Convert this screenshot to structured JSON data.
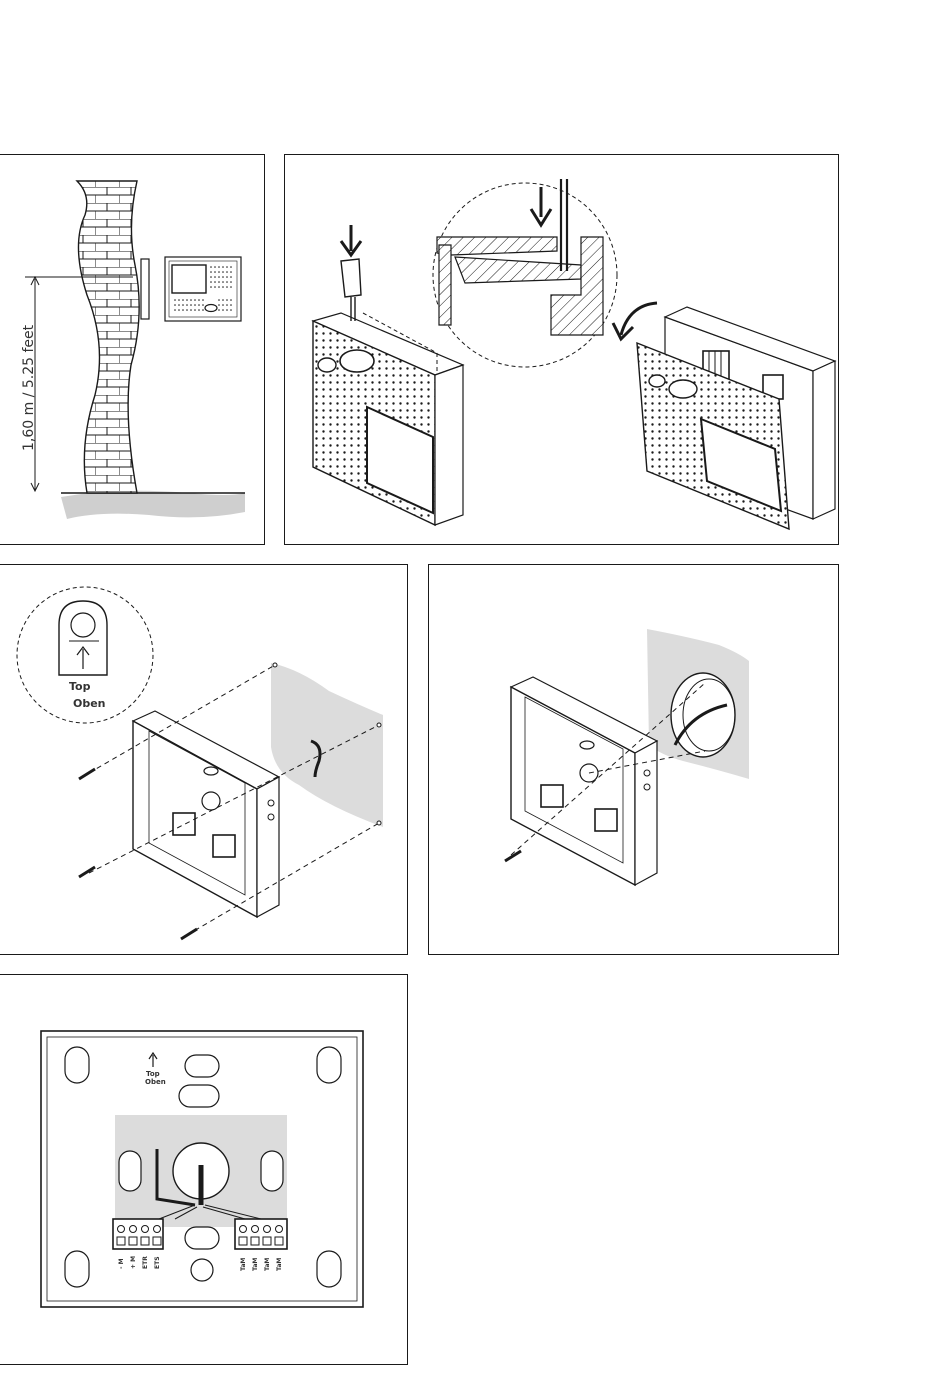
{
  "panels": {
    "height_panel": {
      "height_label": "1,60 m / 5.25 feet"
    },
    "release_panel": {},
    "mounting_panel": {
      "orientation_top": "Top",
      "orientation_oben": "Oben"
    },
    "box_panel": {},
    "terminal_panel": {
      "orientation_top": "Top",
      "orientation_oben": "Oben",
      "terminals_left": [
        "- M",
        "+ M",
        "ETR",
        "ETS"
      ],
      "terminals_right": [
        "TaM",
        "TaM",
        "TaM",
        "TaM"
      ]
    }
  },
  "colors": {
    "line": "#1a1a1a",
    "wall_gray": "#dcdcdc",
    "floor_gray": "#cfcfcf",
    "panel_border": "#1a1a1a"
  }
}
